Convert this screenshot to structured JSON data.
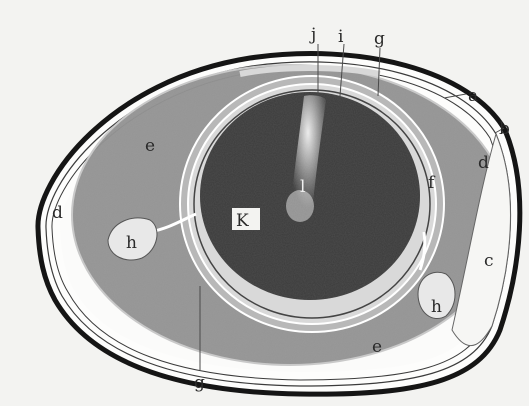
{
  "figure": {
    "labels": {
      "a": "a",
      "b": "b",
      "c": "c",
      "d_left": "d",
      "d_right": "d",
      "e_top": "e",
      "e_bottom": "e",
      "f": "f",
      "g_top": "g",
      "g_bottom": "g",
      "h_left": "h",
      "h_right": "h",
      "i": "i",
      "j": "j",
      "k": "K",
      "l": "l"
    },
    "colors": {
      "background": "#f3f3f1",
      "shell": "#151515",
      "albumen_dense": "#8f8f8f",
      "yolk": "#3a3a3a",
      "membrane": "#ffffff"
    }
  }
}
